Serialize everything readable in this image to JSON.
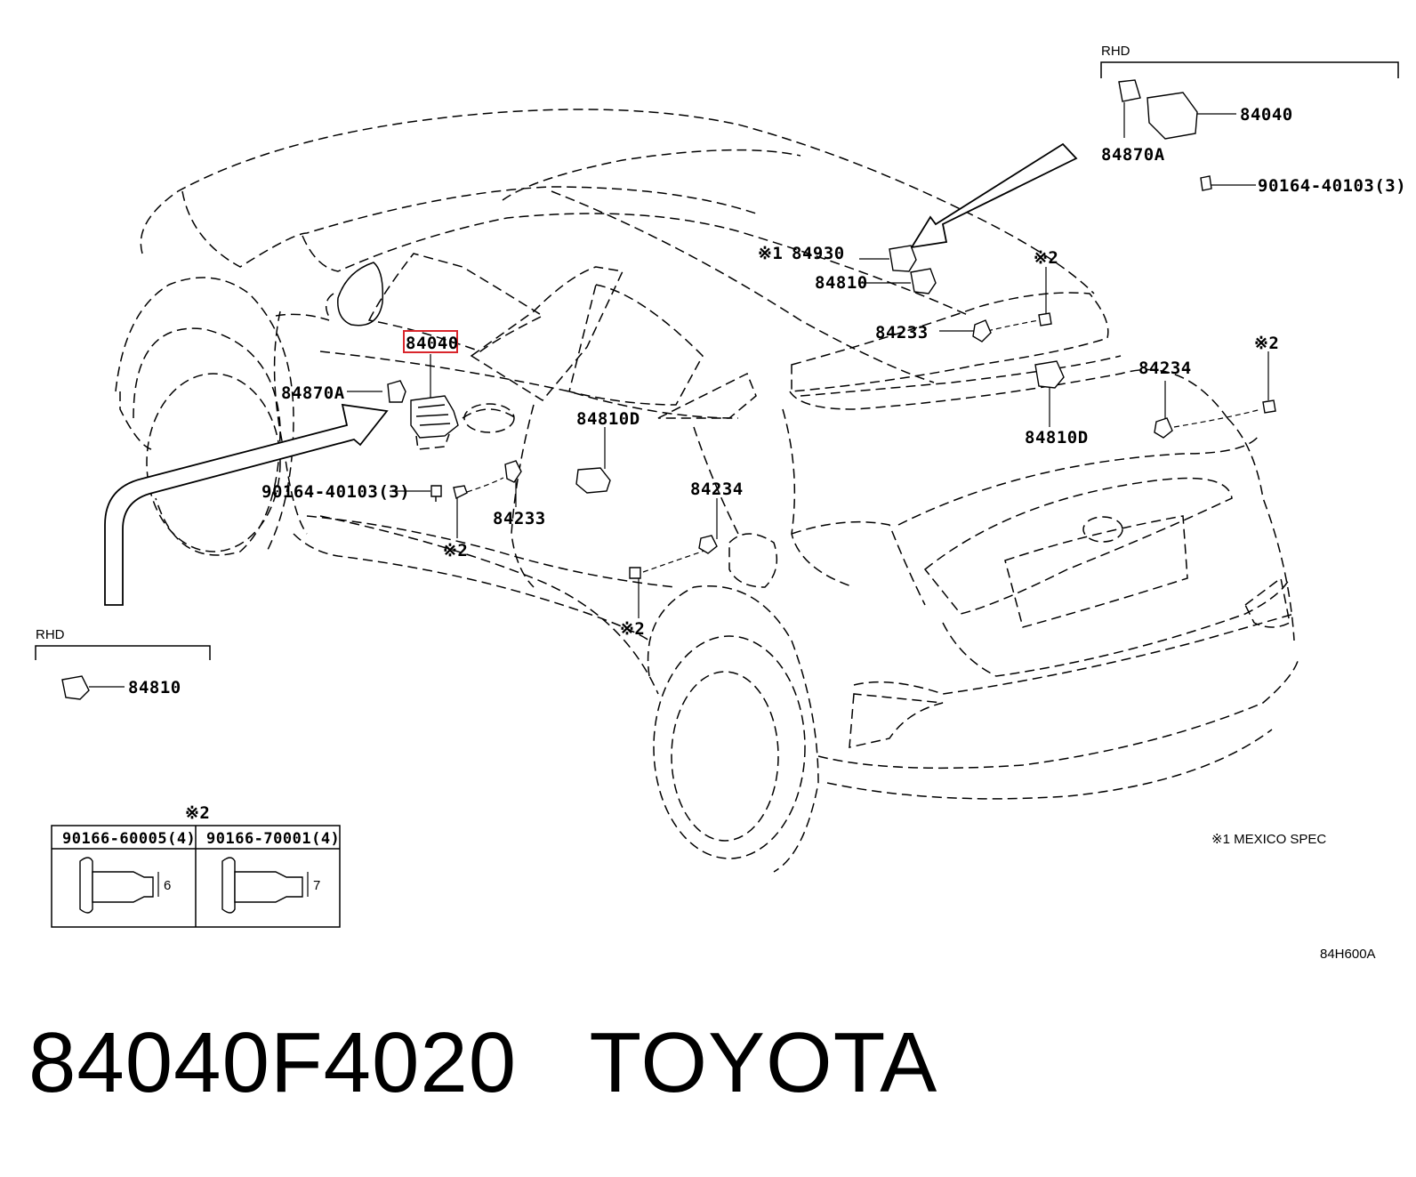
{
  "diagram": {
    "callouts": {
      "main_switch": "84040",
      "lock_a": "84870A",
      "screw_left": "90164-40103(3)",
      "screw_note_left": "※2",
      "clip_84233_left": "84233",
      "switch_84810d_center": "84810D",
      "clip_84234_center": "84234",
      "screw_note_center": "※2",
      "note1_mark": "※1",
      "part_84930": "84930",
      "part_84810_top": "84810",
      "clip_84233_right": "84233",
      "screw_note_top": "※2",
      "switch_84810d_right": "84810D",
      "clip_84234_right": "84234",
      "screw_note_right": "※2"
    },
    "rhd_top": {
      "label": "RHD",
      "switch": "84040",
      "lock": "84870A",
      "screw": "90164-40103(3)"
    },
    "rhd_bottom": {
      "label": "RHD",
      "part": "84810"
    },
    "fastener_table": {
      "note": "※2",
      "col1_header": "90166-60005(4)",
      "col1_dim": "6",
      "col2_header": "90166-70001(4)",
      "col2_dim": "7"
    },
    "footnote": "※1 MEXICO SPEC",
    "diagram_code": "84H600A"
  },
  "caption": {
    "part_number": "84040F4020",
    "brand": "TOYOTA"
  },
  "colors": {
    "highlight_box": "#d9262c"
  }
}
